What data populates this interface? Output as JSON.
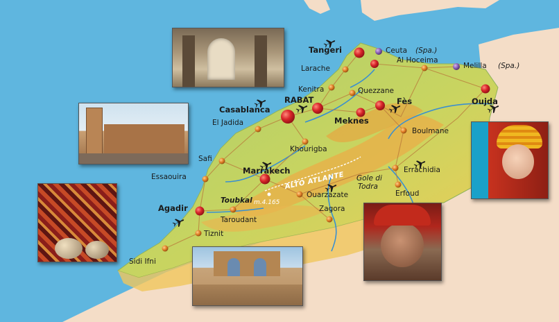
{
  "colors": {
    "sea": "#5fb6df",
    "land_foreign": "#f4ddc7",
    "land_green": "#9dc86a",
    "land_yellow": "#f3cf5a",
    "mountain": "#e6b24a",
    "river": "#3a8fd0",
    "road": "#c9883f",
    "city_major": "#d9262a",
    "city_minor": "#e58a2a",
    "city_spanish": "#8a5fb3"
  },
  "cities": {
    "tangeri": "Tangeri",
    "ceuta": "Ceuta",
    "ceuta_note": "(Spa.)",
    "larache": "Larache",
    "al_hoceima": "Al Hoceima",
    "melilla": "Melilla",
    "melilla_note": "(Spa.)",
    "kenitra": "Kenitra",
    "quezzane": "Quezzane",
    "rabat": "RABAT",
    "fes": "Fès",
    "oujda": "Oujda",
    "casablanca": "Casablanca",
    "el_jadida": "El Jadida",
    "meknes": "Meknes",
    "boulmane": "Boulmane",
    "khourigba": "Khourigba",
    "safi": "Safi",
    "marrakech": "Marrakech",
    "essaouira": "Essaouira",
    "errachidia": "Errachidia",
    "gole": "Gole di",
    "todra": "Todra",
    "erfoud": "Erfoud",
    "ouarzazate": "Ouarzazate",
    "agadir": "Agadir",
    "taroudant": "Taroudant",
    "zagora": "Zagora",
    "tiznit": "Tiznit",
    "sidi_ifni": "Sidi Ifni"
  },
  "features": {
    "mountains": "ALTO ATLANTE",
    "peak_name": "Toubkal",
    "peak_height": "m.4.165"
  },
  "icons": [
    "airplane-icon"
  ]
}
